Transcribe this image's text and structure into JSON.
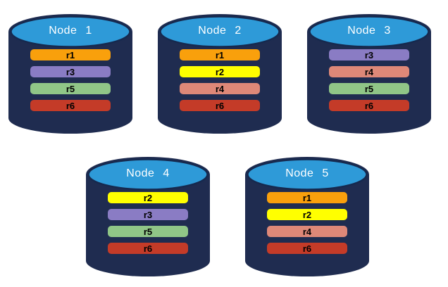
{
  "background": "#ffffff",
  "colors": {
    "cylinder_body": "#1f2c50",
    "cylinder_top": "#2e9ad8",
    "cylinder_top_stroke": "#16294e",
    "node_label_text": "#ffffff",
    "bar_label_text": "#000000",
    "replicas": {
      "r1": "#f9a00c",
      "r2": "#ffff00",
      "r3": "#8a7cc4",
      "r4": "#de8878",
      "r5": "#90c687",
      "r6": "#c43b28"
    }
  },
  "nodes": [
    {
      "label": "Node 1",
      "bars": [
        {
          "label": "r1",
          "color": "#f9a00c"
        },
        {
          "label": "r3",
          "color": "#8a7cc4"
        },
        {
          "label": "r5",
          "color": "#90c687"
        },
        {
          "label": "r6",
          "color": "#c43b28"
        }
      ]
    },
    {
      "label": "Node 2",
      "bars": [
        {
          "label": "r1",
          "color": "#f9a00c"
        },
        {
          "label": "r2",
          "color": "#ffff00"
        },
        {
          "label": "r4",
          "color": "#de8878"
        },
        {
          "label": "r6",
          "color": "#c43b28"
        }
      ]
    },
    {
      "label": "Node 3",
      "bars": [
        {
          "label": "r3",
          "color": "#8a7cc4"
        },
        {
          "label": "r4",
          "color": "#de8878"
        },
        {
          "label": "r5",
          "color": "#90c687"
        },
        {
          "label": "r6",
          "color": "#c43b28"
        }
      ]
    },
    {
      "label": "Node 4",
      "bars": [
        {
          "label": "r2",
          "color": "#ffff00"
        },
        {
          "label": "r3",
          "color": "#8a7cc4"
        },
        {
          "label": "r5",
          "color": "#90c687"
        },
        {
          "label": "r6",
          "color": "#c43b28"
        }
      ]
    },
    {
      "label": "Node 5",
      "bars": [
        {
          "label": "r1",
          "color": "#f9a00c"
        },
        {
          "label": "r2",
          "color": "#ffff00"
        },
        {
          "label": "r4",
          "color": "#de8878"
        },
        {
          "label": "r6",
          "color": "#c43b28"
        }
      ]
    }
  ]
}
